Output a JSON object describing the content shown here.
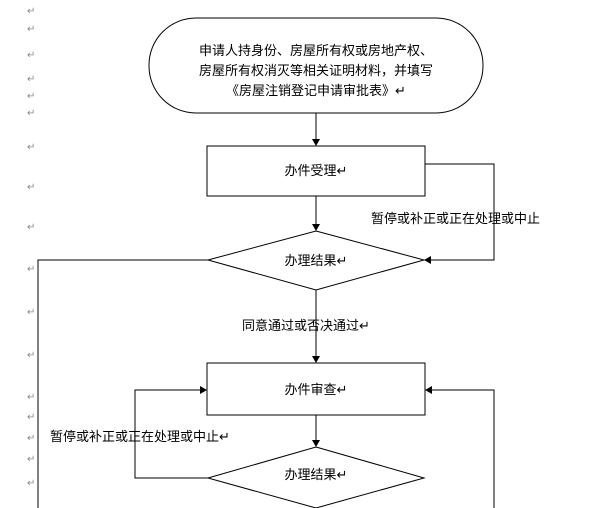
{
  "diagram": {
    "start_node": {
      "lines": [
        "申请人持身份、房屋所有权或房地产权、",
        "房屋所有权消灭等相关证明材料，并填写",
        "《房屋注销登记申请审批表》↵"
      ]
    },
    "accept_box": {
      "label": "办件受理↵"
    },
    "result_diamond_1": {
      "label": "办理结果↵"
    },
    "review_box": {
      "label": "办件审查↵"
    },
    "result_diamond_2": {
      "label": "办理结果↵"
    },
    "edge_labels": {
      "pause_right": "暂停或补正或正在处理或中止",
      "approve": "同意通过或否决通过↵",
      "pause_left": "暂停或补正或正在处理或中止↵"
    },
    "margin_mark": "↵",
    "margin_mark_count": 17
  }
}
